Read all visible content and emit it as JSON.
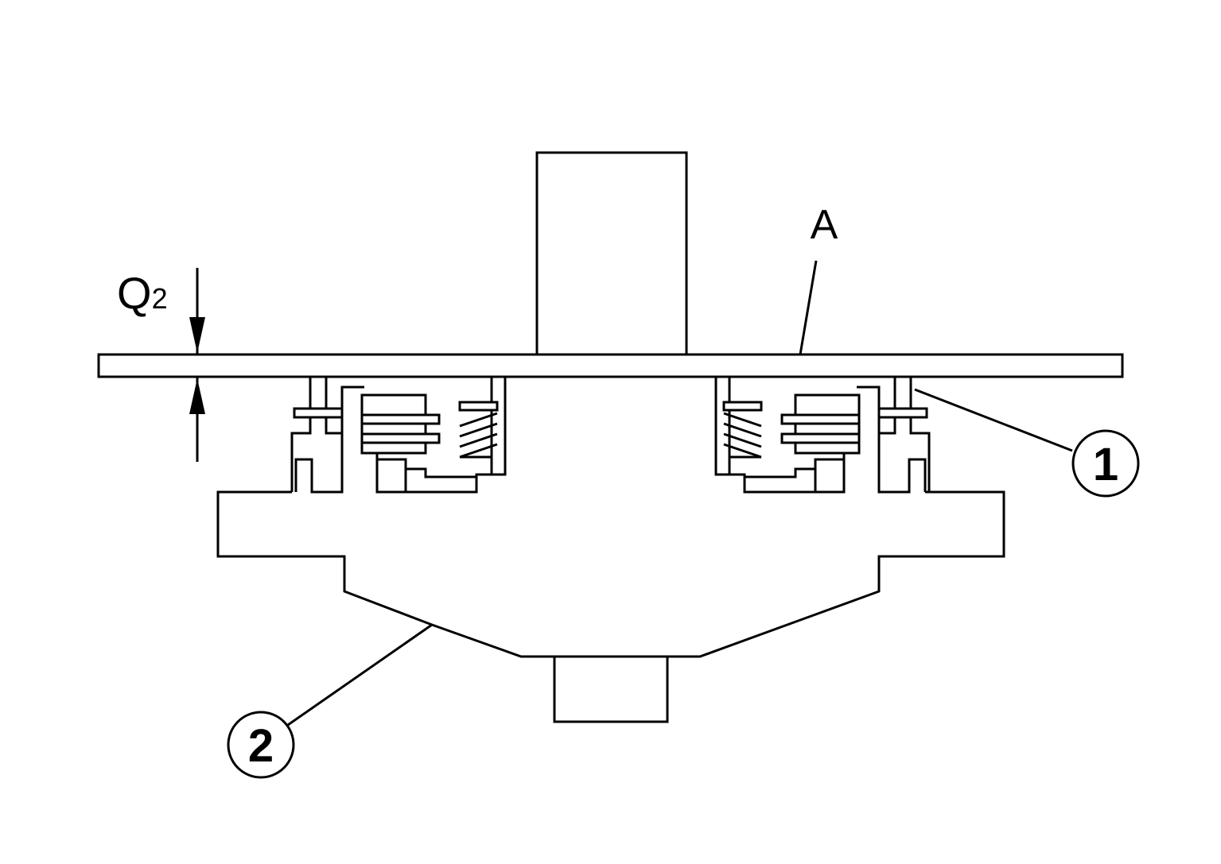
{
  "labels": {
    "dimension": "Q",
    "dimension_sub": "2",
    "plate": "A",
    "callout_1": "1",
    "callout_2": "2"
  }
}
